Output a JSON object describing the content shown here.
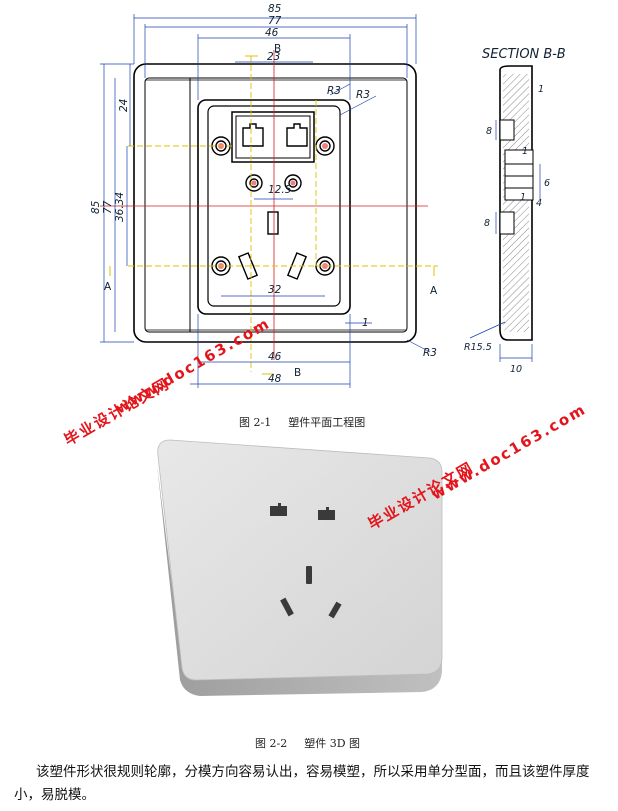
{
  "figure1": {
    "caption_num": "图 2-1",
    "caption_text": "塑件平面工程图",
    "section_title": "SECTION B-B",
    "dims": {
      "d85_top": "85",
      "d77": "77",
      "d46_top": "46",
      "d23": "23",
      "d85_left": "85",
      "d77_left": "77",
      "d36": "36.34",
      "d24": "24",
      "d12_5": "12.5",
      "d32": "32",
      "d46_bottom": "46",
      "d48": "48",
      "r3_a": "R3",
      "r3_b": "R3",
      "r3_c": "R3",
      "d1_plan": "1",
      "sec_1a": "1",
      "sec_8a": "8",
      "sec_1b": "1",
      "sec_6": "6",
      "sec_4": "4",
      "sec_1c": "1",
      "sec_8b": "8",
      "sec_r15": "R15.5",
      "sec_10": "10"
    },
    "labels": {
      "b_top": "B",
      "b_bottom": "B",
      "a_left": "A",
      "a_right": "A"
    }
  },
  "figure2": {
    "caption_num": "图 2-2",
    "caption_text": "塑件 3D 图"
  },
  "watermarks": {
    "cn_text": "毕业设计论文网",
    "url_text": "www.doc163.com",
    "color": "#e4141b"
  },
  "paragraph": "该塑件形状很规则轮廓，分模方向容易认出，容易模塑，所以采用单分型面，而且该塑件厚度小，易脱模。"
}
